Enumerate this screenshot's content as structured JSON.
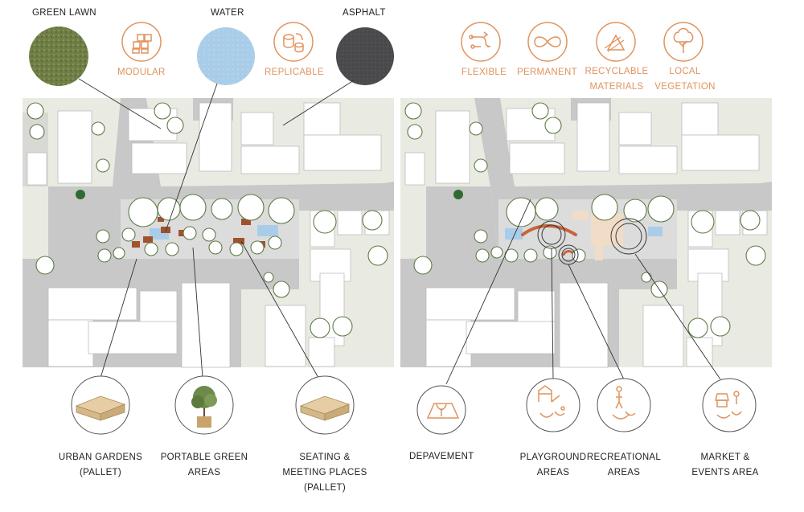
{
  "materials": {
    "green_lawn": "GREEN LAWN",
    "water": "WATER",
    "asphalt": "ASPHALT",
    "modular": "MODULAR",
    "replicable": "REPLICABLE"
  },
  "principles": {
    "flexible": "FLEXIBLE",
    "permanent": "PERMANENT",
    "recyclable_1": "RECYCLABLE",
    "recyclable_2": "MATERIALS",
    "local_1": "LOCAL",
    "local_2": "VEGETATION"
  },
  "left_bottom": {
    "urban_1": "URBAN GARDENS",
    "urban_2": "(PALLET)",
    "portable_1": "PORTABLE GREEN",
    "portable_2": "AREAS",
    "seating_1": "SEATING &",
    "seating_2": "MEETING PLACES",
    "seating_3": "(PALLET)"
  },
  "right_bottom": {
    "depavement": "DEPAVEMENT",
    "playground_1": "PLAYGROUND",
    "playground_2": "AREAS",
    "recreational_1": "RECREATIONAL",
    "recreational_2": "AREAS",
    "market_1": "MARKET &",
    "market_2": "EVENTS AREA"
  },
  "icons": [
    "modular-icon",
    "replicable-icon",
    "flexible-icon",
    "permanent-icon",
    "recyclable-icon",
    "tree-icon",
    "pallet-icon",
    "potted-tree-icon",
    "depavement-icon",
    "playground-icon",
    "recreational-icon",
    "market-icon"
  ],
  "colors": {
    "accent": "#e0935e",
    "lawn": "#6f7f45",
    "water": "#a9cde8",
    "asphalt": "#4a4a4c",
    "road": "#c8c8c8",
    "ground": "#e9ebe2"
  }
}
